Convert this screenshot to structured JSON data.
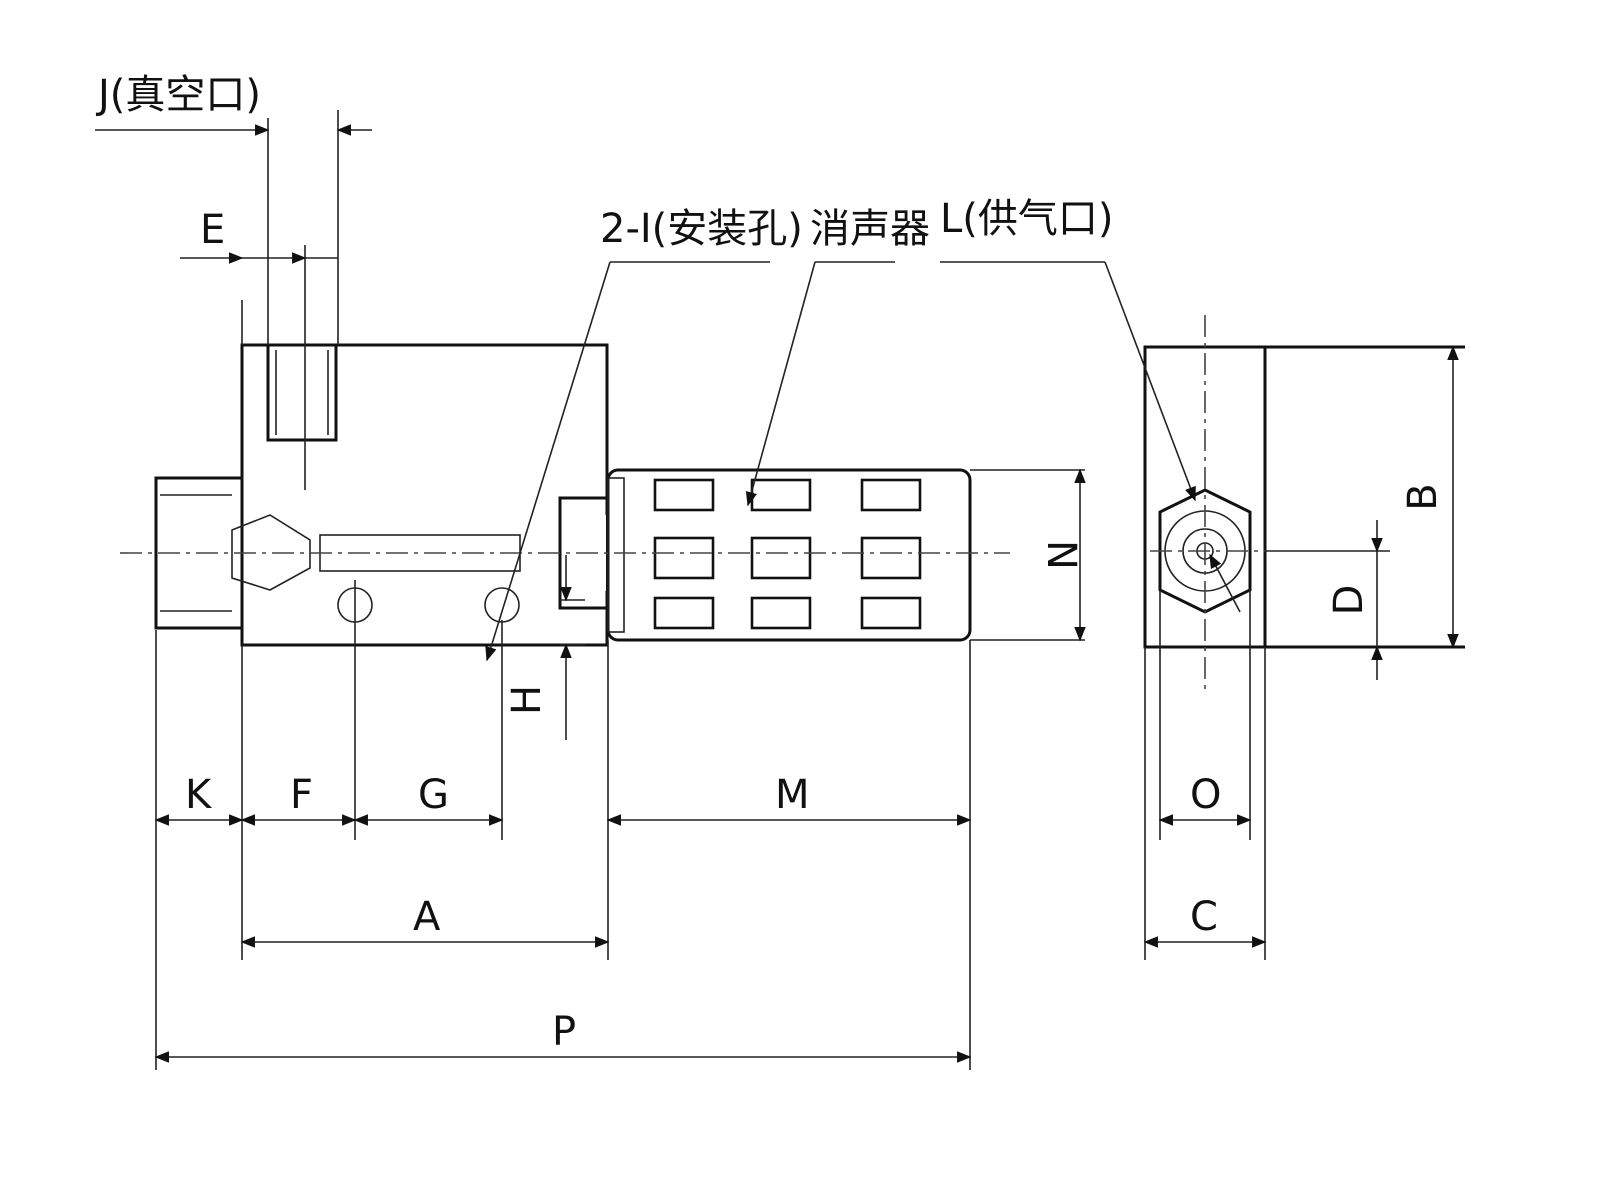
{
  "callouts": {
    "vacuum_port": "J(真空口)",
    "mount_hole": "2-I(安装孔)",
    "silencer": "消声器",
    "supply_port": "L(供气口)"
  },
  "dims": {
    "E": "E",
    "K": "K",
    "F": "F",
    "G": "G",
    "M": "M",
    "A": "A",
    "P": "P",
    "N": "N",
    "H": "H",
    "B": "B",
    "D": "D",
    "O": "O",
    "C": "C"
  },
  "colors": {
    "ink": "#111111",
    "background": "#ffffff"
  }
}
